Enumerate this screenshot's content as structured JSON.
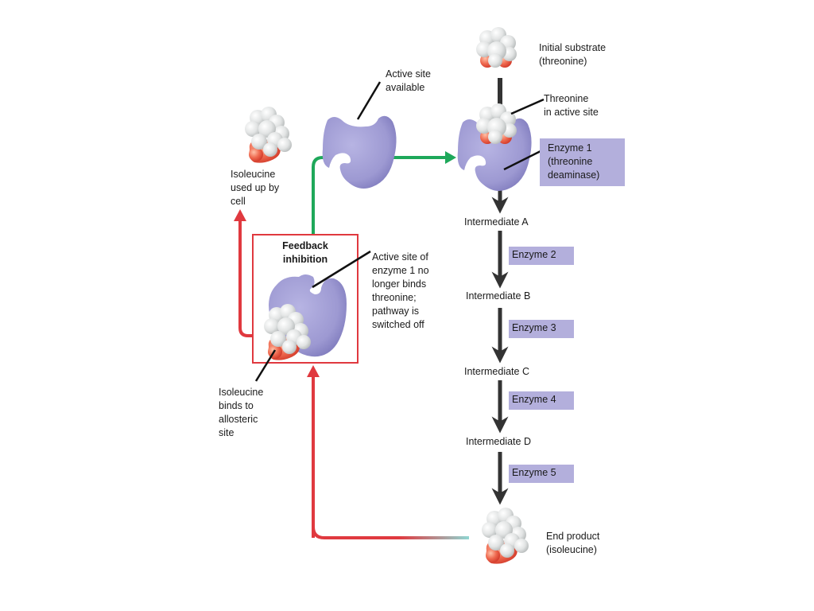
{
  "title": "Feedback inhibition of isoleucine synthesis",
  "colors": {
    "enzyme": "#9f9bd3",
    "enzyme_dark": "#7f7bbd",
    "enzyme_label_bg": "#b3afdc",
    "feedback_red": "#e0393f",
    "pathway_green": "#1ea85a",
    "arrow_dark": "#333333",
    "atom_white": "#e8eaea",
    "atom_red": "#e8553e"
  },
  "labels": {
    "initial_substrate": "Initial substrate\n(threonine)",
    "threonine_in_active_site": "Threonine\nin active site",
    "active_site_available": "Active site\navailable",
    "isoleucine_used_up": "Isoleucine\nused up by\ncell",
    "feedback_inhibition": "Feedback\ninhibition",
    "active_site_no_longer_binds": "Active site of\nenzyme 1 no\nlonger binds\nthreonine;\npathway is\nswitched off",
    "isoleucine_binds_allosteric": "Isoleucine\nbinds to\nallosteric\nsite",
    "end_product": "End product\n(isoleucine)"
  },
  "pathway": {
    "enzyme1": "Enzyme 1\n(threonine\ndeaminase)",
    "intermediates": [
      "Intermediate A",
      "Intermediate B",
      "Intermediate C",
      "Intermediate D"
    ],
    "enzymes": [
      "Enzyme 2",
      "Enzyme 3",
      "Enzyme 4",
      "Enzyme 5"
    ]
  }
}
